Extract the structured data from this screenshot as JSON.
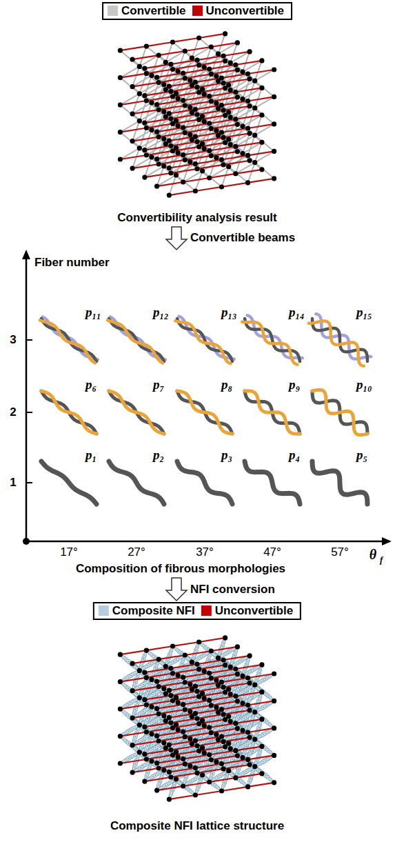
{
  "diagram": {
    "labels": [
      "Convertibility analysis result",
      "Convertible beams",
      "Fiber number",
      "3",
      "2",
      "1",
      "p₁₁",
      "p₁₂",
      "p₁₃",
      "p₁₄",
      "p₁₅",
      "p₆",
      "p₇",
      "p₈",
      "p₉",
      "p₁₀",
      "p₁",
      "p₂",
      "p₃",
      "p₄",
      "p₅",
      "17°",
      "27°",
      "37°",
      "47°",
      "57°",
      "θ",
      "f",
      "Composition of fibrous morphologies",
      "NFI conversion",
      "Composite NFI lattice structure"
    ],
    "legend": [
      {
        "text": "Convertible",
        "color": "#c8c8c8"
      },
      {
        "text": "Unconvertible",
        "color": "#c00000"
      },
      {
        "text": "Composite NFI",
        "color": "#b3cfdd"
      },
      {
        "text": "Unconvertible",
        "color": "#c00000"
      }
    ]
  }
}
